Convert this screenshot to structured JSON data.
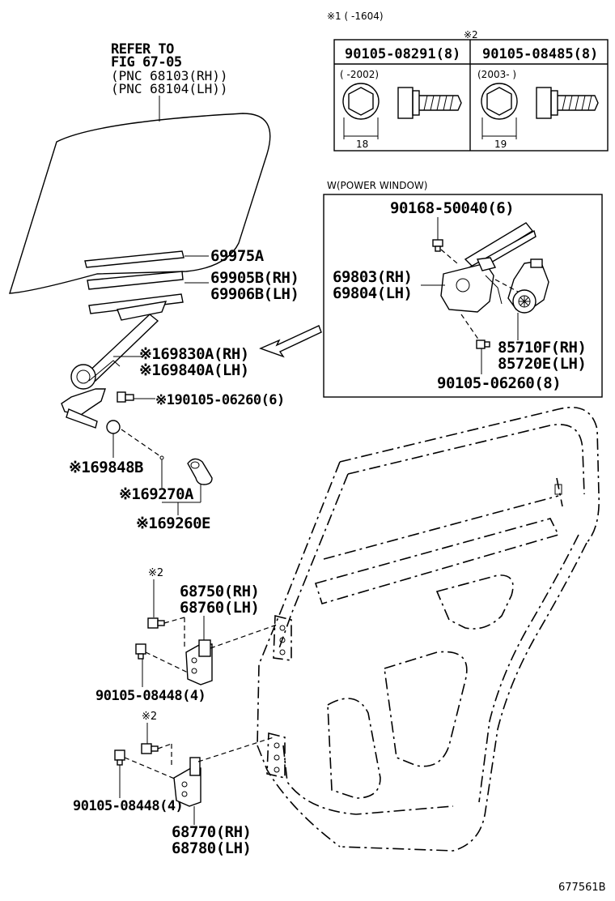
{
  "header": {
    "note1": "※1 (      -1604)",
    "note2": "※2"
  },
  "bolt_table": {
    "col1_part": "90105-08291(8)",
    "col2_part": "90105-08485(8)",
    "col1_range": "(    -2002)",
    "col2_range": "(2003-      )",
    "col1_size": "18",
    "col2_size": "19"
  },
  "glass_ref": {
    "line1": "REFER TO",
    "line2": "FIG 67-05",
    "line3": "(PNC 68103(RH))",
    "line4": "(PNC 68104(LH))"
  },
  "parts": {
    "p69975A": "69975A",
    "p69905B": "69905B(RH)",
    "p69906B": "69906B(LH)",
    "p69830A": "※169830A(RH)",
    "p69840A": "※169840A(LH)",
    "p90105_06260_6": "※190105-06260(6)",
    "p69848B": "※169848B",
    "p69270A": "※169270A",
    "p69260E": "※169260E",
    "note_hinge_upper": "※2",
    "p68750": "68750(RH)",
    "p68760": "68760(LH)",
    "p90105_08448_a": "90105-08448(4)",
    "note_hinge_lower": "※2",
    "p90105_08448_b": "90105-08448(4)",
    "p68770": "68770(RH)",
    "p68780": "68780(LH)"
  },
  "power_window": {
    "title": "W(POWER WINDOW)",
    "p90168": "90168-50040(6)",
    "p69803": "69803(RH)",
    "p69804": "69804(LH)",
    "p85710F": "85710F(RH)",
    "p85720E": "85720E(LH)",
    "p90105_06260_8": "90105-06260(8)"
  },
  "footer": {
    "figure_id": "677561B"
  }
}
